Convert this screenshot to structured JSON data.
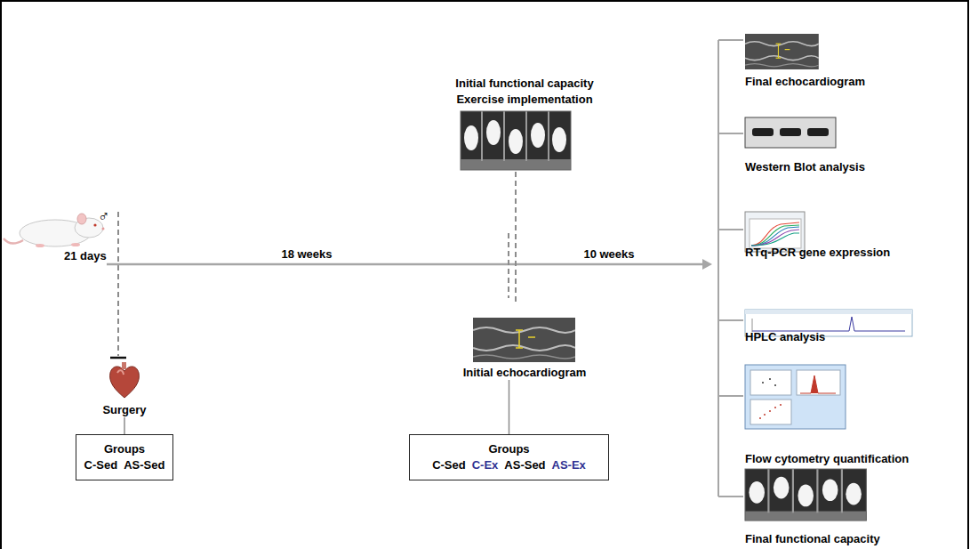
{
  "diagram": {
    "nodes": [
      {
        "text": [
          "Surgery"
        ]
      },
      {
        "text": [
          "Groups",
          "C-Sed",
          "AS-Sed"
        ]
      },
      {
        "text": [
          "Initial echocardiogram"
        ]
      },
      {
        "text": [
          "Groups",
          "C-Sed",
          "C-Ex",
          "AS-Sed",
          "AS-Ex"
        ]
      }
    ],
    "edges": [
      {
        "from": 0,
        "to": 1,
        "arrow": "none"
      },
      {
        "from": 2,
        "to": 3,
        "arrow": "none"
      }
    ],
    "labels": [
      "♂",
      "21 days",
      "18  weeks",
      "10 weeks",
      "Initial functional capacity",
      "Exercise implementation",
      "Final echocardiogram",
      "Western Blot analysis",
      "RTq-PCR gene expression",
      "HPLC analysis",
      "Flow cytometry quantification",
      "Final functional capacity"
    ]
  }
}
